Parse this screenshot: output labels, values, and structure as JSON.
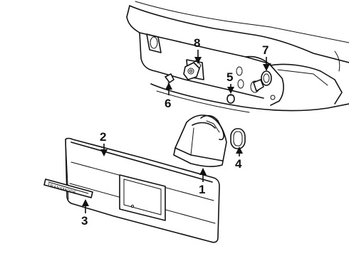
{
  "diagram": {
    "callouts": [
      {
        "id": "1",
        "label": "1"
      },
      {
        "id": "2",
        "label": "2"
      },
      {
        "id": "3",
        "label": "3"
      },
      {
        "id": "4",
        "label": "4"
      },
      {
        "id": "5",
        "label": "5"
      },
      {
        "id": "6",
        "label": "6"
      },
      {
        "id": "7",
        "label": "7"
      },
      {
        "id": "8",
        "label": "8"
      }
    ],
    "emblem_text": "TRANSMODE"
  }
}
